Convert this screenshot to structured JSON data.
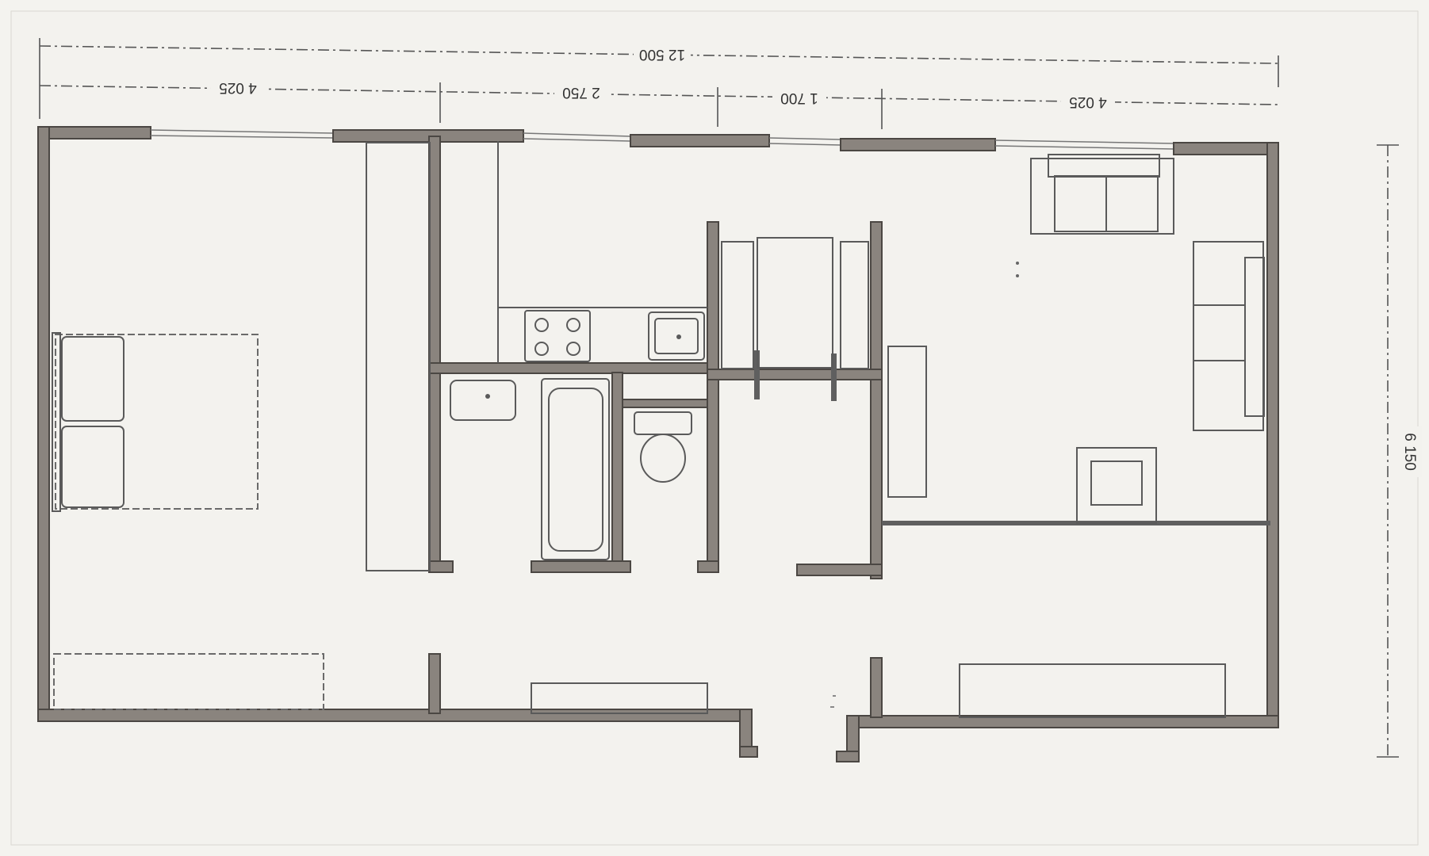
{
  "plan": {
    "title": "",
    "overall_width_label": "12 500",
    "segment_labels": [
      "4 025",
      "2 750",
      "1 700",
      "4 025"
    ],
    "overall_depth_label": "6 150",
    "units": ""
  },
  "colors": {
    "paper": "#f4f3ef",
    "wall": "#8a847e",
    "added_wall_marks": "#5f5f5f",
    "line": "#5a5a5a"
  },
  "rooms": [
    {
      "id": "bedroom-left",
      "label": ""
    },
    {
      "id": "kitchen",
      "label": ""
    },
    {
      "id": "bathroom",
      "label": ""
    },
    {
      "id": "wc",
      "label": ""
    },
    {
      "id": "hall",
      "label": ""
    },
    {
      "id": "living-room",
      "label": ""
    },
    {
      "id": "bedroom-right-lower",
      "label": ""
    }
  ],
  "fixtures": [
    "double-bed",
    "wardrobe",
    "kitchen-counter",
    "hob",
    "sink",
    "washbasin",
    "bathtub",
    "toilet",
    "sofa",
    "armchair",
    "sideboard",
    "closet"
  ]
}
